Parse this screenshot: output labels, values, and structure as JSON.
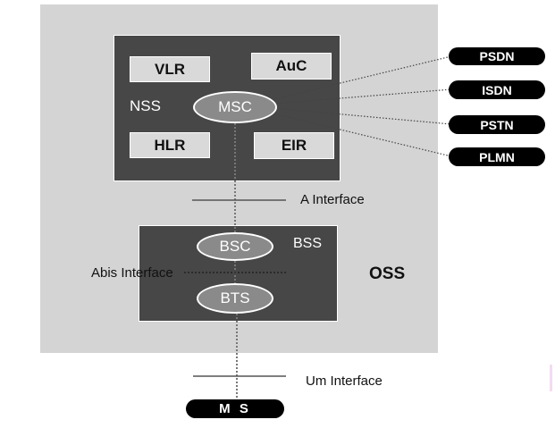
{
  "diagram": {
    "nss": {
      "label": "NSS",
      "vlr": "VLR",
      "auc": "AuC",
      "msc": "MSC",
      "hlr": "HLR",
      "eir": "EIR"
    },
    "bss": {
      "label": "BSS",
      "bsc": "BSC",
      "bts": "BTS"
    },
    "oss_label": "OSS",
    "external_networks": [
      "PSDN",
      "ISDN",
      "PSTN",
      "PLMN"
    ],
    "interfaces": {
      "a": "A Interface",
      "abis": "Abis Interface",
      "um": "Um Interface"
    },
    "ms": "M S"
  }
}
